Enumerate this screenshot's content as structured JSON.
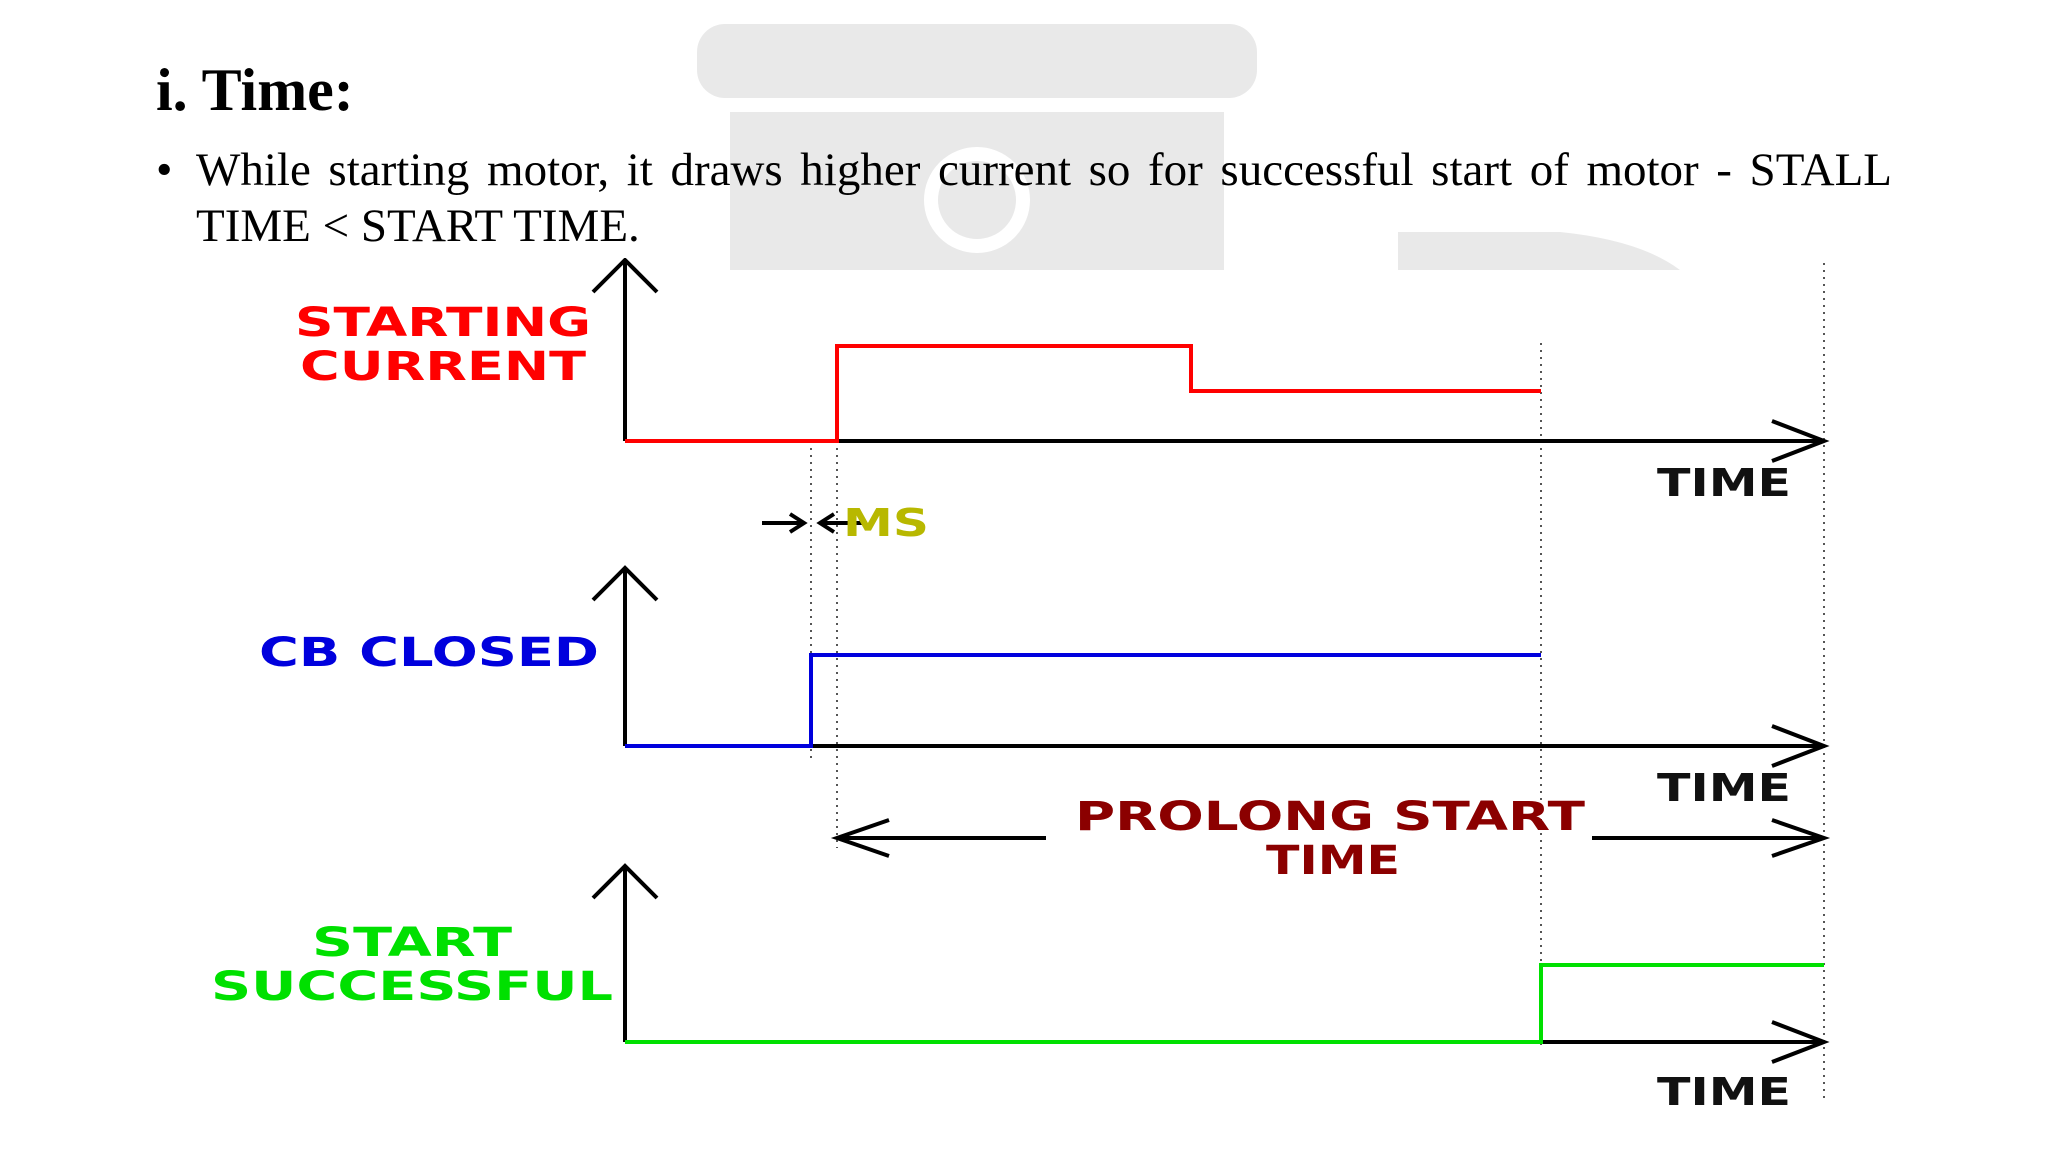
{
  "heading": "i. Time:",
  "bullet": {
    "symbol": "•",
    "text": "While starting motor, it draws higher current so for successful start of motor - STALL TIME < START TIME."
  },
  "diagram": {
    "starting_current": {
      "label_lines": [
        "STARTING",
        "CURRENT"
      ],
      "axis_label": "TIME",
      "color": "#ff0000"
    },
    "ms_label": "MS",
    "ms_color": "#b8b800",
    "cb_closed": {
      "label": "CB CLOSED",
      "axis_label": "TIME",
      "color": "#0000dd"
    },
    "prolong_start": {
      "label_lines": [
        "PROLONG START",
        "TIME"
      ],
      "color": "#8b0000"
    },
    "start_successful": {
      "label_lines": [
        "START",
        "SUCCESSFUL"
      ],
      "axis_label": "TIME",
      "color": "#00e000"
    }
  }
}
